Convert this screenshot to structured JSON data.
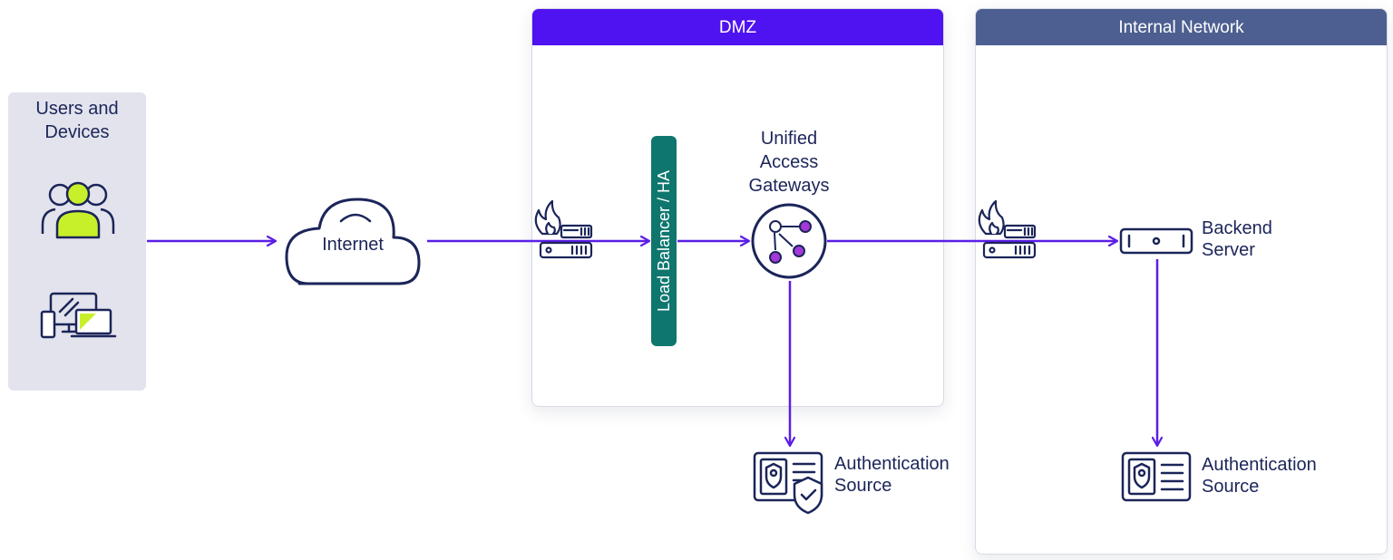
{
  "diagram": {
    "users": {
      "title_line1": "Users and",
      "title_line2": "Devices"
    },
    "internet": {
      "label": "Internet"
    },
    "dmz": {
      "title": "DMZ"
    },
    "internal": {
      "title": "Internal Network"
    },
    "load_balancer": {
      "label": "Load Balancer / HA"
    },
    "gateway": {
      "line1": "Unified",
      "line2": "Access",
      "line3": "Gateways"
    },
    "backend": {
      "line1": "Backend",
      "line2": "Server"
    },
    "auth_dmz": {
      "line1": "Authentication",
      "line2": "Source"
    },
    "auth_internal": {
      "line1": "Authentication",
      "line2": "Source"
    }
  },
  "colors": {
    "arrow": "#5b1ee6",
    "icon_stroke": "#1b2559",
    "accent_lime": "#c8f02a",
    "dmz_header": "#4f12f0",
    "internal_header": "#4d5f91",
    "load_balancer": "#0f766e",
    "gateway_node": "#a33ad8",
    "panel_bg": "#e2e3ec"
  }
}
